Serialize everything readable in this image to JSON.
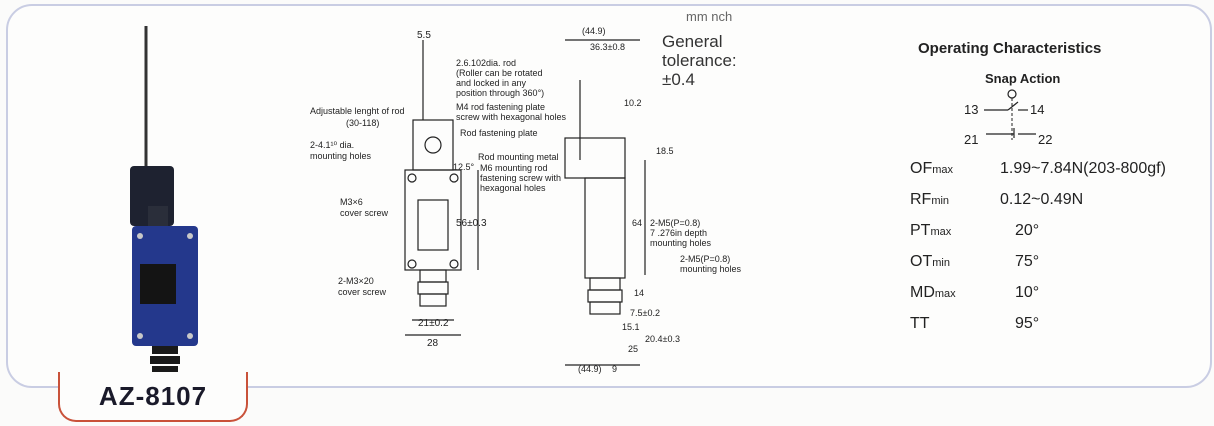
{
  "model": "AZ-8107",
  "units_label": "mm nch",
  "tolerance": {
    "line1": "General",
    "line2": "tolerance:",
    "line3": "±0.4"
  },
  "operating": {
    "title": "Operating Characteristics",
    "snap_action": "Snap Action",
    "terminals": {
      "t13": "13",
      "t14": "14",
      "t21": "21",
      "t22": "22"
    },
    "specs": [
      {
        "main": "OF",
        "sub": "max",
        "value": "1.99~7.84N(203-800gf)"
      },
      {
        "main": "RF",
        "sub": "min",
        "value": "0.12~0.49N"
      },
      {
        "main": "PT",
        "sub": "max",
        "value": "20°"
      },
      {
        "main": "OT",
        "sub": "min",
        "value": "75°"
      },
      {
        "main": "MD",
        "sub": "max",
        "value": "10°"
      },
      {
        "main": "TT",
        "sub": "",
        "value": "95°"
      }
    ]
  },
  "drawing": {
    "dim_5_5": "5.5",
    "rod_dia": "2.6.102dia. rod",
    "roller_note1": "(Roller can be rotated",
    "roller_note2": "and locked in any",
    "roller_note3": "position through 360°)",
    "m4_plate": "M4 rod fastening plate",
    "m4_screw": "screw with hexagonal holes",
    "rod_plate": "Rod fastening plate",
    "adj_rod": "Adjustable lenght of rod",
    "adj_range": "(30-118)",
    "mount_holes": "2-4.1¹⁰ dia.",
    "mount_holes2": "mounting holes",
    "rod_mount": "Rod mounting metal",
    "m6_1": "M6 mounting rod",
    "m6_2": "fastening screw with",
    "m6_3": "hexagonal holes",
    "dim_12_5": "12.5°",
    "m3x6": "M3×6",
    "cover_screw": "cover screw",
    "dim_56": "56±0.3",
    "m3x20": "2-M3×20",
    "cover_screw2": "cover screw",
    "dim_21": "21±0.2",
    "dim_28": "28",
    "dim_44_9_top": "(44.9)",
    "dim_36_3": "36.3±0.8",
    "dim_10_2": "10.2",
    "dim_18_5": "18.5",
    "dim_64": "64",
    "m5_1": "2-M5(P=0.8)",
    "m5_2": "7 .276in depth",
    "m5_3": "mounting holes",
    "m5b_1": "2-M5(P=0.8)",
    "m5b_2": "mounting holes",
    "dim_14": "14",
    "dim_7_5": "7.5±0.2",
    "dim_15_1": "15.1",
    "dim_20_4": "20.4±0.3",
    "dim_25": "25",
    "dim_44_9_bottom": "(44.9)",
    "fig_note": "9"
  }
}
